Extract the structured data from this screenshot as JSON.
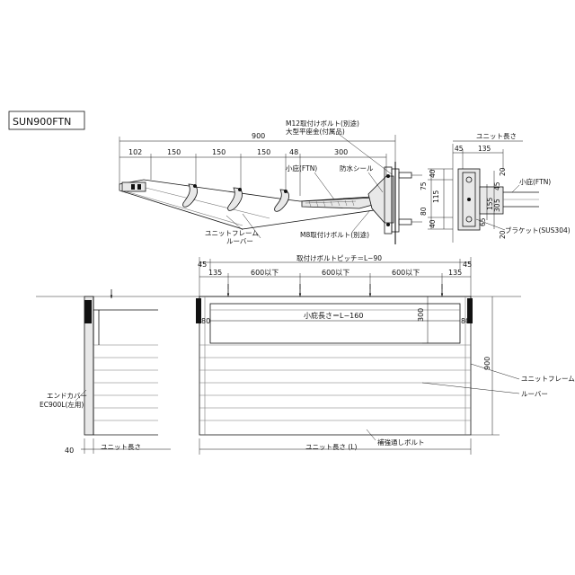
{
  "model_code": "SUN900FTN",
  "top": {
    "dim_900": "900",
    "dim_102": "102",
    "dim_150_a": "150",
    "dim_150_b": "150",
    "dim_150_c": "150",
    "dim_48": "48",
    "dim_300": "300",
    "callout_bolt_m12": "M12取付けボルト(別途)",
    "callout_washer": "大型平座金(付属品)",
    "callout_eave": "小庇(FTN)",
    "callout_seal": "防水シール",
    "callout_unit_frame": "ユニットフレーム",
    "callout_louver": "ルーバー",
    "callout_bolt_m8": "M8取付けボルト(別途)"
  },
  "side": {
    "unit_length": "ユニット長さ",
    "dim_45": "45",
    "dim_135": "135",
    "dim_40_top": "40",
    "dim_75": "75",
    "dim_115": "115",
    "dim_80": "80",
    "dim_40_bot": "40",
    "dim_20_top": "20",
    "dim_45_r": "45",
    "dim_155": "155",
    "dim_5": "5",
    "dim_30": "30",
    "dim_65": "65",
    "dim_20_bot": "20",
    "callout_eave": "小庇(FTN)",
    "callout_bracket": "ブラケット(SUS304)"
  },
  "front": {
    "pitch_label": "取付けボルトピッチ＝L−90",
    "dim_45_left": "45",
    "dim_45_right": "45",
    "dim_135_left": "135",
    "dim_600_a": "600以下",
    "dim_600_b": "600以下",
    "dim_600_c": "600以下",
    "dim_135_right": "135",
    "dim_80_left": "80",
    "dim_80_right": "80",
    "eave_length": "小庇長さ＝L−160",
    "dim_300": "300",
    "dim_900": "900",
    "callout_unit_frame": "ユニットフレーム",
    "callout_louver": "ルーバー",
    "callout_reinforce_bolt": "補強通しボルト",
    "unit_length_L": "ユニット長さ (L)"
  },
  "endview": {
    "callout_endcover": "エンドカバー",
    "callout_endcover_model": "EC900L(左用)",
    "dim_40": "40",
    "unit_length": "ユニット長さ"
  }
}
